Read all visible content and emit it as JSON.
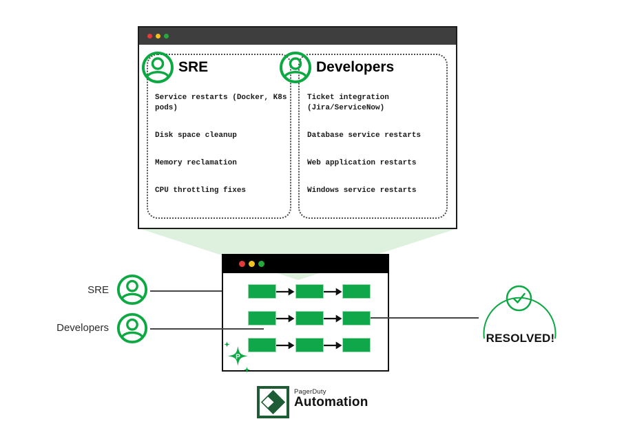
{
  "top_window": {
    "columns": [
      {
        "title": "SRE",
        "items": [
          "Service restarts (Docker, K8s pods)",
          "Disk space cleanup",
          "Memory reclamation",
          "CPU throttling fixes"
        ]
      },
      {
        "title": "Developers",
        "items": [
          "Ticket integration (Jira/ServiceNow)",
          "Database service restarts",
          "Web application restarts",
          "Windows service restarts"
        ]
      }
    ]
  },
  "bottom_window": {
    "grid": {
      "rows": 3,
      "cols": 3
    }
  },
  "actors": [
    {
      "label": "SRE"
    },
    {
      "label": "Developers"
    }
  ],
  "result_label": "RESOLVED!",
  "logo": {
    "brand": "PagerDuty",
    "product": "Automation",
    "sparkle_letter": "P"
  },
  "icons": {
    "avatar": "avatar-icon",
    "check": "check-circle-icon",
    "sparkle": "automation-sparkle-icon",
    "window_controls": "traffic-light-dots"
  },
  "colors": {
    "green": "#0CA842",
    "box_green": "#10A74A",
    "pale_green": "#DEF0DE",
    "dark_green": "#1D5C35",
    "titlebar_gray": "#3E3E3E",
    "titlebar_black": "#000000",
    "dot_red": "#E23B3B",
    "dot_yellow": "#F2C320",
    "dot_green": "#27A83C",
    "line": "#454545"
  }
}
